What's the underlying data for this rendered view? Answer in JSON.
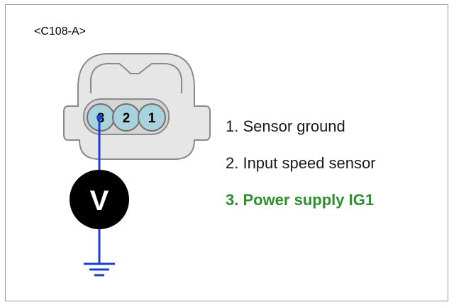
{
  "connector": {
    "label": "<C108-A>",
    "pins": [
      "3",
      "2",
      "1"
    ]
  },
  "meter": {
    "symbol": "V"
  },
  "legend": {
    "items": [
      {
        "text": "1. Sensor ground"
      },
      {
        "text": "2. Input speed sensor"
      },
      {
        "text": "3. Power supply IG1"
      }
    ],
    "highlight_color": "#2f8f2f"
  },
  "colors": {
    "connector_fill": "#e6e6e6",
    "connector_stroke": "#8a8a8a",
    "pin_fill": "#a9d3dc",
    "wire": "#1a3fd0",
    "meter_fill": "#000000"
  }
}
